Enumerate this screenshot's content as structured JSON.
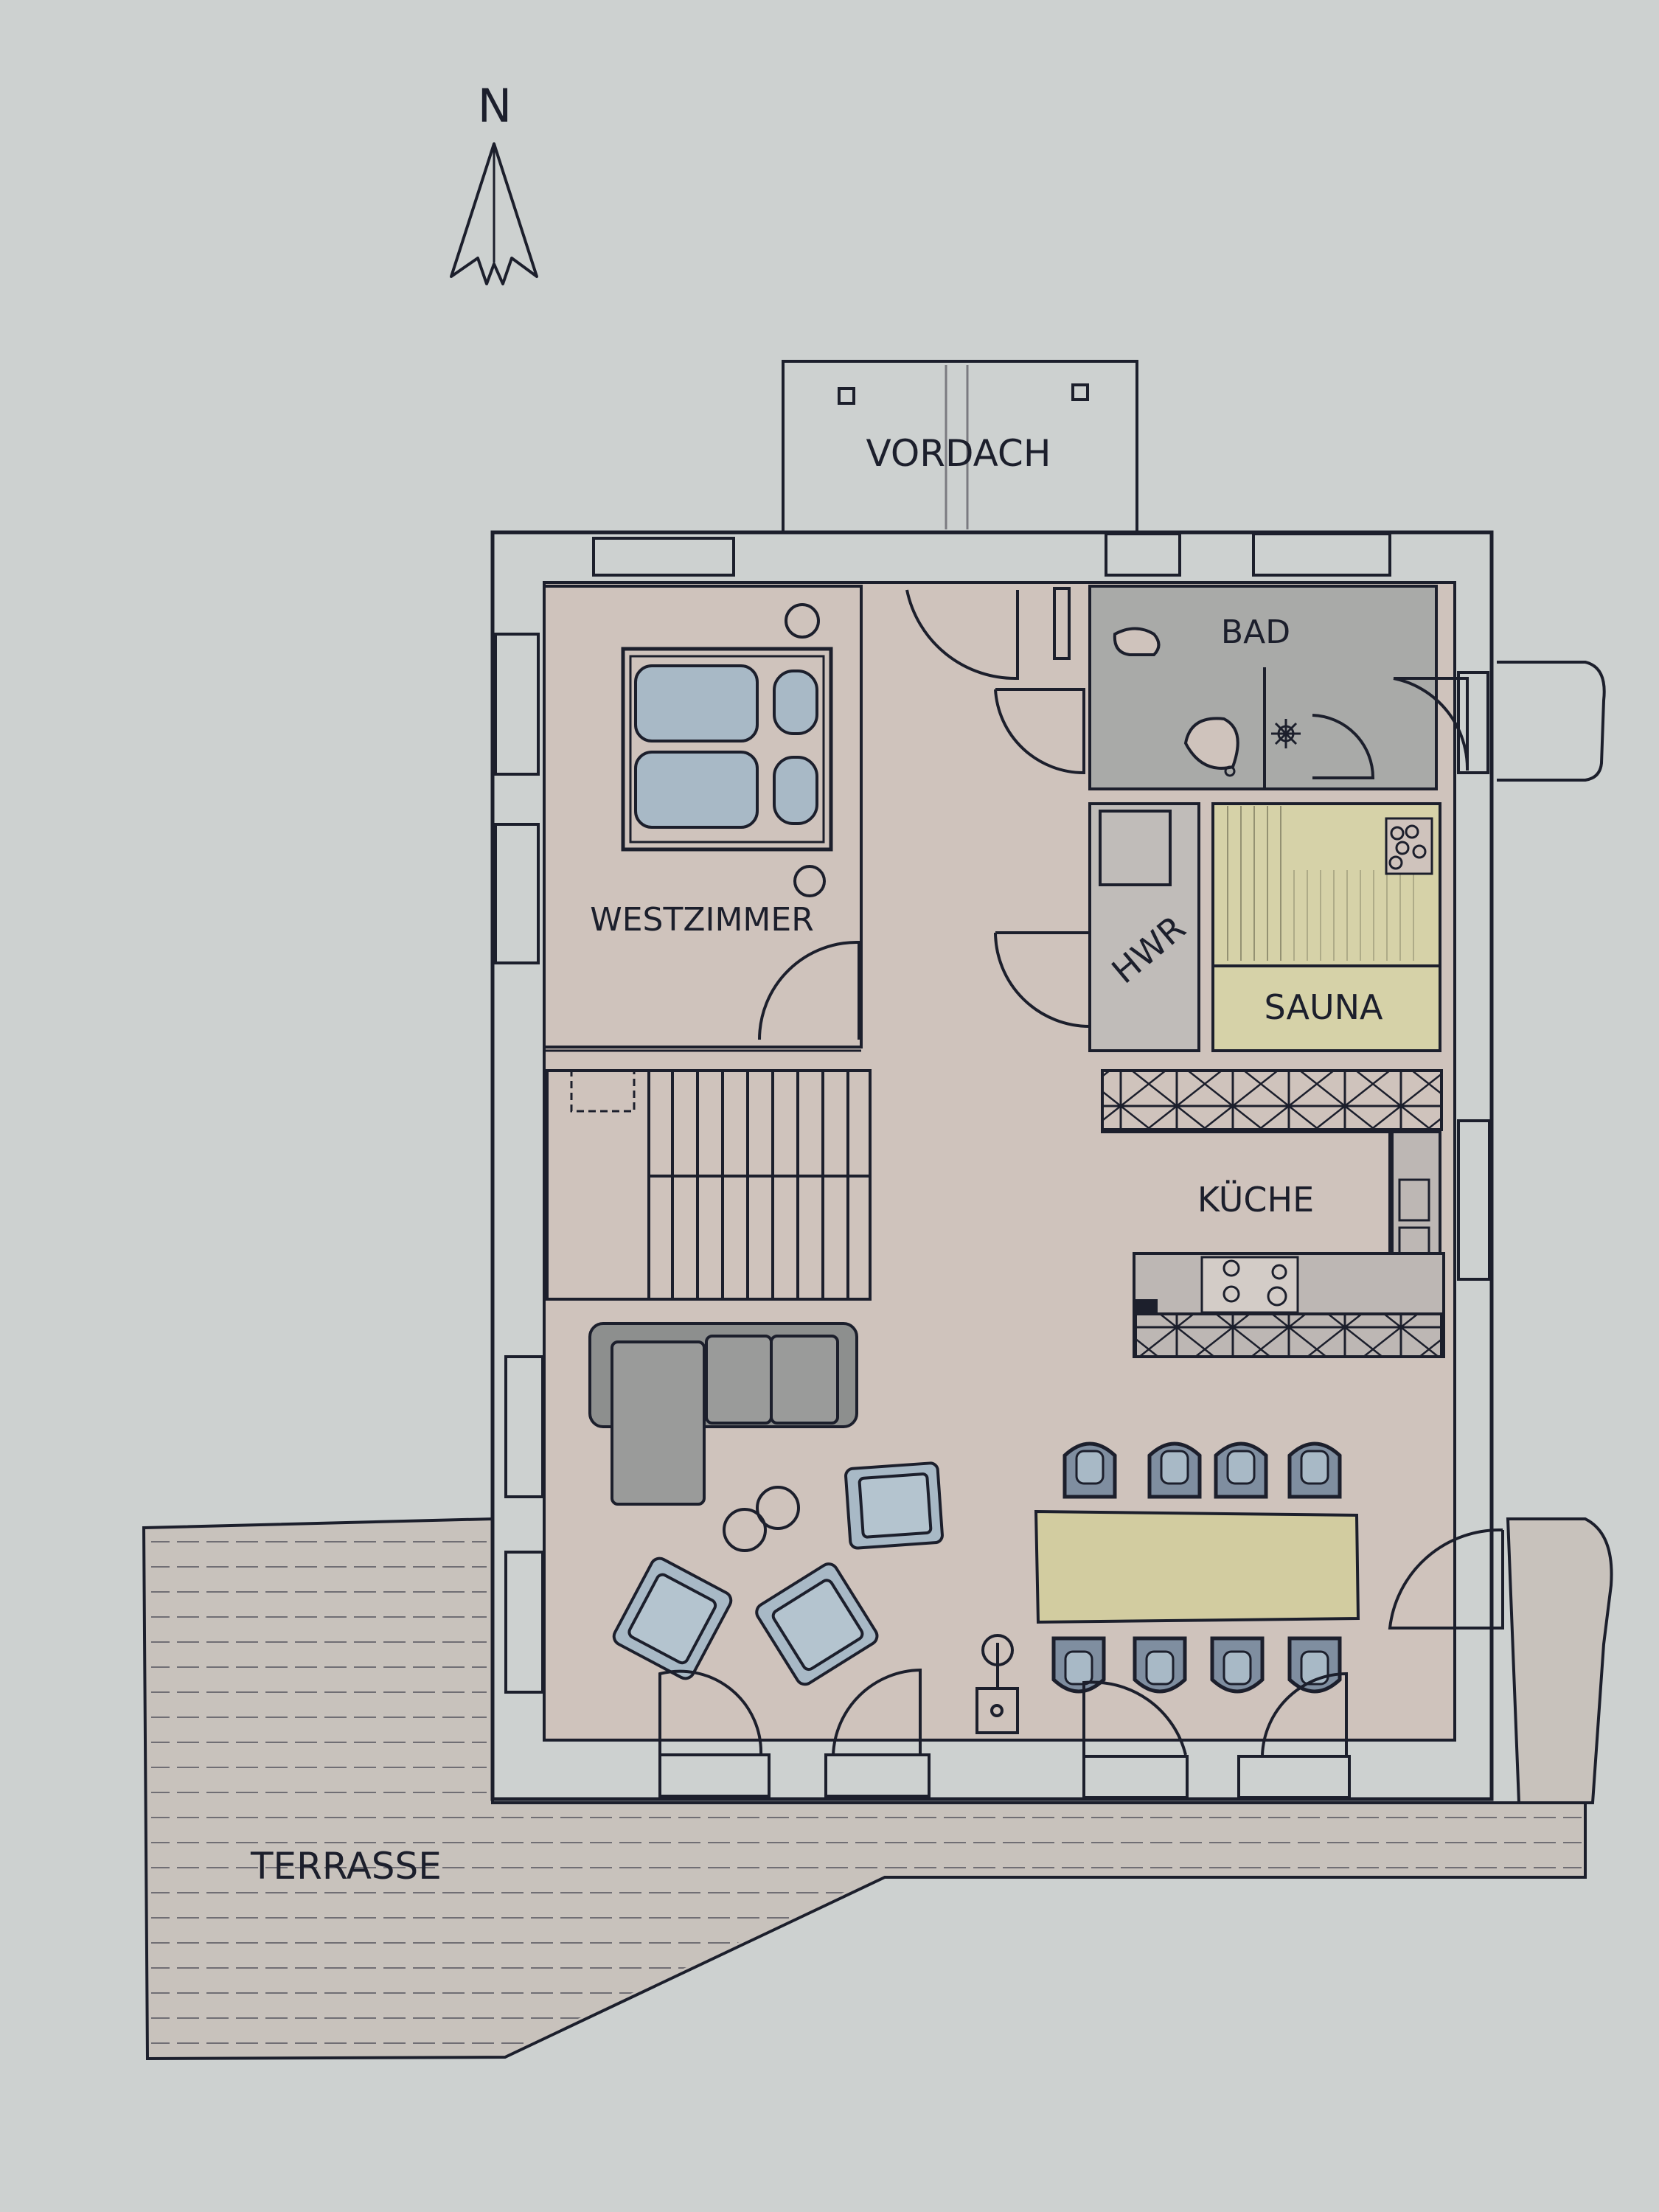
{
  "compass": {
    "letter": "N"
  },
  "rooms": {
    "vordach": "VORDACH",
    "bad": "BAD",
    "westzimmer": "WESTZIMMER",
    "hwr": "HWR",
    "sauna": "SAUNA",
    "kueche": "KÜCHE",
    "terrasse": "TERRASSE"
  },
  "colors": {
    "paper": "#cdd1d0",
    "ink": "#1c1f2c",
    "floor_wood": "#cfc3bc",
    "bath_grey": "#a9aaa8",
    "sauna_yellow": "#d6d2a8",
    "sofa_grey": "#8d8f8e",
    "chair_blue": "#a8b9c6",
    "table_yellow": "#d2cca0",
    "terrace": "#c8c2bc"
  }
}
